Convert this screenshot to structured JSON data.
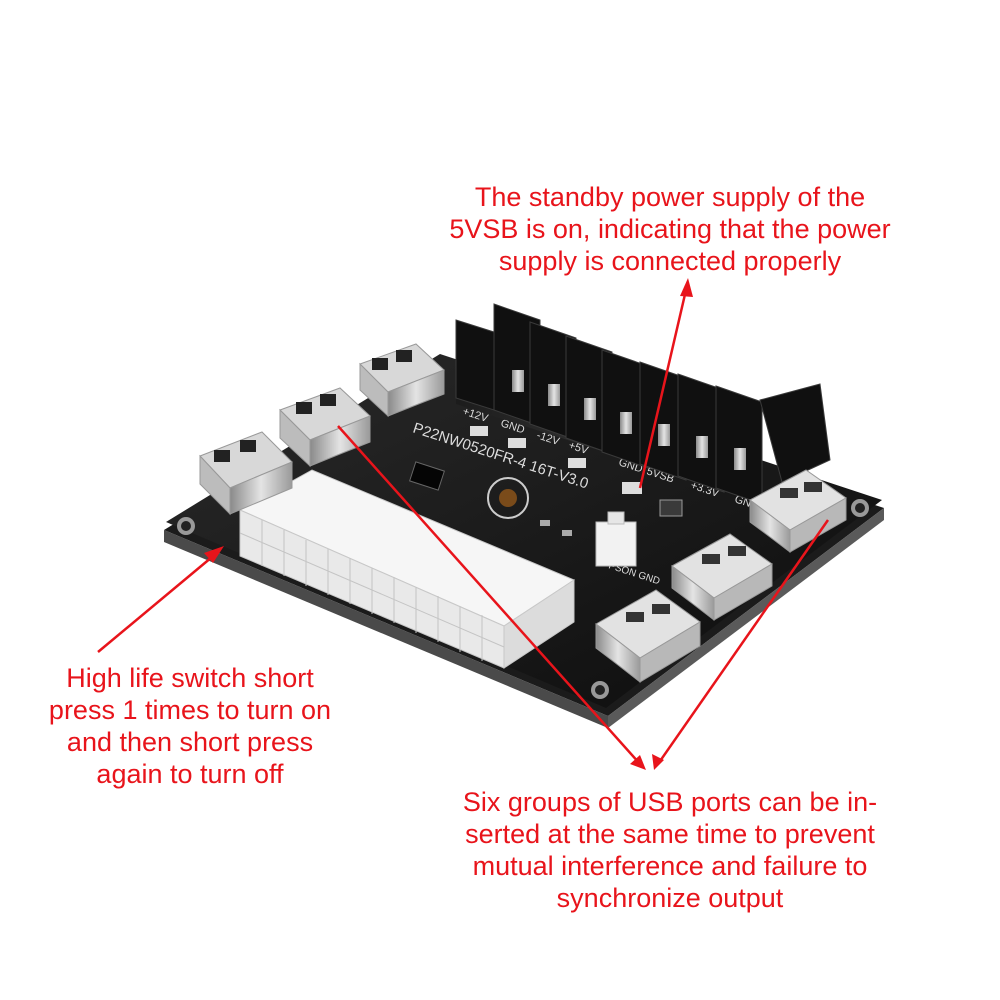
{
  "annotations": {
    "standby": {
      "lines": [
        "The standby power supply of the",
        "5VSB is on, indicating that the power",
        "supply is connected properly"
      ]
    },
    "switch": {
      "lines": [
        "High life switch short",
        "press 1 times to turn on",
        "and then short press",
        "again to turn off"
      ]
    },
    "usb": {
      "lines": [
        "Six groups of USB ports can be in-",
        "serted at the same time to prevent",
        "mutual interference and failure to",
        "synchronize output"
      ]
    }
  },
  "board": {
    "silkscreen_model": "P22NW0520FR-4 16T-V3.0",
    "rail_labels": [
      "+12V",
      "GND",
      "-12V",
      "+5V",
      "GND",
      "5VSB",
      "+3.3V",
      "GND"
    ],
    "connector_label": "PSON GND"
  },
  "colors": {
    "annotation": "#e8141b",
    "board": "#141414",
    "background": "#ffffff"
  }
}
